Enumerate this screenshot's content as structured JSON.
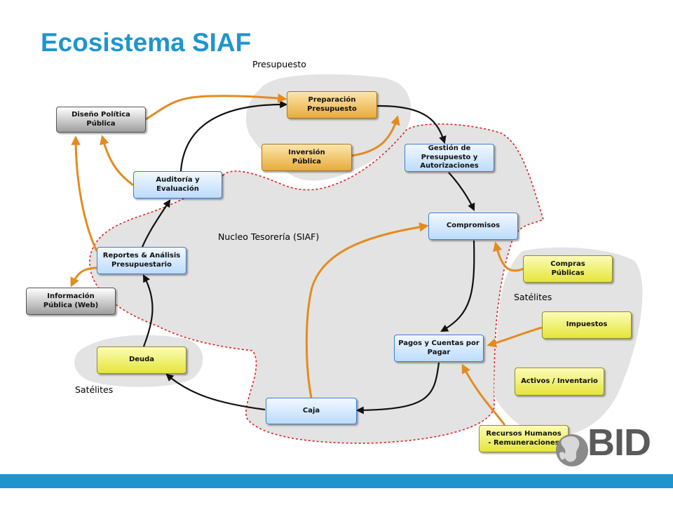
{
  "title": "Ecosistema SIAF",
  "regions": {
    "presupuesto": "Presupuesto",
    "nucleo": "Nucleo Tesorería (SIAF)",
    "satelites_right": "Satélites",
    "satelites_left": "Satélites"
  },
  "nodes": {
    "preparacion": "Preparación\nPresupuesto",
    "inversion": "Inversión\nPública",
    "diseno": "Diseño Política\nPública",
    "gestion": "Gestión de\nPresupuesto y\nAutorizaciones",
    "auditoria": "Auditoría y\nEvaluación",
    "compromisos": "Compromisos",
    "reportes": "Reportes & Análisis\nPresupuestario",
    "compras": "Compras\nPúblicas",
    "informacion": "Información\nPública (Web)",
    "impuestos": "Impuestos",
    "pagos": "Pagos y Cuentas por\nPagar",
    "deuda": "Deuda",
    "activos": "Activos / Inventario",
    "caja": "Caja",
    "recursos": "Recursos Humanos\n-  Remuneraciones"
  },
  "logo": {
    "text": "BID"
  },
  "colors": {
    "title": "#1f95cf",
    "footer_bar": "#1f95cf",
    "orange_arrow": "#e38b1e",
    "black_arrow": "#111111",
    "dotted_border": "#e02020",
    "region_fill": "#e3e3e3"
  }
}
